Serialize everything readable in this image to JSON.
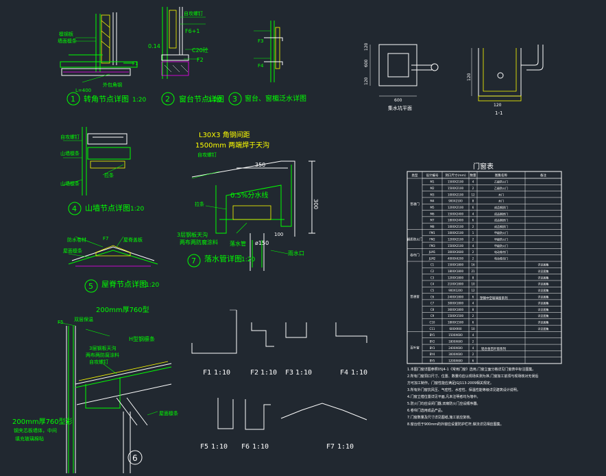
{
  "details": {
    "d1": {
      "num": "1",
      "title": "转角节点详图",
      "scale": "1:20",
      "labels": [
        "檩钢板",
        "墙面檩条",
        "F1",
        "外包角钢",
        "L=400"
      ]
    },
    "d2": {
      "num": "2",
      "title": "窗台节点详图",
      "scale": "1:20",
      "labels": [
        "自攻螺钉",
        "F6+1",
        "C20砼",
        "F2",
        "0.14"
      ]
    },
    "d3": {
      "num": "3",
      "title": "窗台、窗楣泛水详图",
      "scale": "",
      "labels": [
        "F3",
        "F4"
      ]
    },
    "d4": {
      "num": "4",
      "title": "山墙节点详图",
      "scale": "1:20",
      "labels": [
        "自攻螺钉",
        "山墙檩条",
        "拉条",
        "山墙檩条"
      ]
    },
    "d5": {
      "num": "5",
      "title": "屋脊节点详图",
      "scale": "1:20",
      "labels": [
        "防水卷材",
        "屋脊盖板",
        "屋面檩条",
        "F7"
      ]
    },
    "d6": {
      "num": "6",
      "title": "",
      "scale": "",
      "labels": [
        "200mm厚760型",
        "双层保温",
        "H型钢檩条",
        "3层钢板天沟",
        "两布两防腐涂料",
        "自攻螺钉",
        "F5",
        "屋面檩条"
      ],
      "bottom_note": "200mm厚760型彩",
      "bottom_note2": "钢夹芯板墙体，中间",
      "bottom_note3": "填充玻璃棉毡"
    },
    "d7": {
      "num": "7",
      "title": "落水管详图",
      "scale": "1:20",
      "labels": [
        "L30X3 角钢间距",
        "1500mm 两端焊于天沟",
        "自攻螺钉",
        "350",
        "0.5%分水线",
        "300",
        "3层钢板天沟",
        "两布两防腐涂料",
        "落水管",
        "ø150",
        "雨水口",
        "拉条",
        "100"
      ]
    }
  },
  "profiles": [
    {
      "label": "F1",
      "scale": "1:10"
    },
    {
      "label": "F2",
      "scale": "1:10"
    },
    {
      "label": "F3",
      "scale": "1:10"
    },
    {
      "label": "F4",
      "scale": "1:10"
    },
    {
      "label": "F5",
      "scale": "1:10"
    },
    {
      "label": "F6",
      "scale": "1:10"
    },
    {
      "label": "F7",
      "scale": "1:10"
    }
  ],
  "pit": {
    "left_caption": "集水坑平面",
    "right_caption": "1-1",
    "dims": [
      "120",
      "120",
      "600",
      "120",
      "600",
      "120"
    ]
  },
  "door_window_table": {
    "title": "门窗表",
    "headers": [
      "类型",
      "设计编号",
      "洞口尺寸(mm)",
      "数量",
      "图集名称",
      "备注"
    ],
    "groups": [
      "普通门",
      "钢质防火门",
      "卷帘门",
      "普通窗",
      "百叶窗"
    ],
    "rows": [
      [
        "M1",
        "1500X2100",
        "4",
        "乙级防火门",
        ""
      ],
      [
        "M2",
        "1500X2100",
        "2",
        "乙级防火门",
        ""
      ],
      [
        "M3",
        "1000X2100",
        "12",
        "木门",
        ""
      ],
      [
        "M4",
        "900X2100",
        "8",
        "木门",
        ""
      ],
      [
        "M5",
        "1200X2100",
        "6",
        "成品钢质门",
        ""
      ],
      [
        "M6",
        "1500X2400",
        "4",
        "成品钢质门",
        ""
      ],
      [
        "M7",
        "1800X2400",
        "6",
        "成品钢质门",
        ""
      ],
      [
        "M8",
        "1000X2100",
        "2",
        "成品钢质门",
        ""
      ],
      [
        "FM1",
        "1000X2100",
        "1",
        "甲级防火门",
        ""
      ],
      [
        "FM2",
        "1200X2100",
        "2",
        "甲级防火门",
        ""
      ],
      [
        "FM3",
        "1500X2100",
        "4",
        "甲级防火门",
        ""
      ],
      [
        "JLM1",
        "3000X3600",
        "2",
        "电动卷帘门",
        ""
      ],
      [
        "JLM2",
        "4000X4200",
        "2",
        "电动卷帘门",
        ""
      ],
      [
        "C1",
        "1500X1800",
        "16",
        "",
        "详见图集"
      ],
      [
        "C2",
        "1800X1800",
        "21",
        "",
        "详见图集"
      ],
      [
        "C3",
        "1200X1800",
        "8",
        "",
        "详见图集"
      ],
      [
        "C4",
        "2100X1800",
        "10",
        "",
        "详见图集"
      ],
      [
        "C5",
        "900X1200",
        "12",
        "",
        "详见图集"
      ],
      [
        "C6",
        "2400X1800",
        "6",
        "",
        "详见图集"
      ],
      [
        "C7",
        "3000X1800",
        "4",
        "",
        "详见图集"
      ],
      [
        "C8",
        "3600X1800",
        "8",
        "",
        "详见图集"
      ],
      [
        "C9",
        "1500X1500",
        "2",
        "",
        "详见图集"
      ],
      [
        "C10",
        "1800X1500",
        "6",
        "",
        "详见图集"
      ],
      [
        "C11",
        "600X900",
        "10",
        "",
        "详见图集"
      ],
      [
        "BY1",
        "1500X600",
        "4",
        "",
        ""
      ],
      [
        "BY2",
        "1800X600",
        "2",
        "",
        ""
      ],
      [
        "BY3",
        "2400X600",
        "4",
        "",
        ""
      ],
      [
        "BY4",
        "3000X600",
        "2",
        "",
        ""
      ],
      [
        "BY5",
        "1200X600",
        "6",
        "",
        ""
      ]
    ],
    "window_series_note": "塑钢中空玻璃窗系列",
    "louver_series_note": "铝合金百叶窗系列",
    "notes": [
      "1.本图门窗详图参照05J4-1《常用门窗》选用,门窗立面分格详见门窗表中标注图集。",
      "2.所有门窗洞口尺寸、位置、数量均应以现场实测为准,门窗加工前须与现场核对无误后",
      "方可加工制作。门窗性能应满足JGJ113-2009相关规定。",
      "3.所有外门窗抗风压、气密性、水密性、保温性能等级详见建筑设计说明。",
      "4.门窗立樘位置详见平面,凡未注明者均为墙中。",
      "5.防火门均应设闭门器,双扇防火门应设顺序器。",
      "6.卷帘门选用成品产品。",
      "7.门窗数量及尺寸详见图纸,施工前应复核。",
      "8.窗台低于900mm的外窗应设置防护栏杆,做法详见相应图集。"
    ]
  }
}
